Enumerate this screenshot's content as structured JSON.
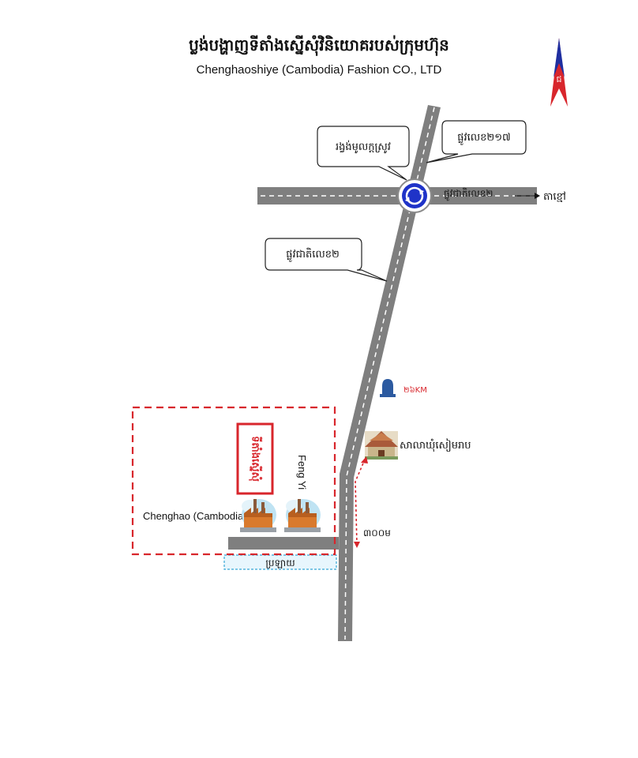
{
  "header": {
    "title_khmer": "ប្លង់បង្ហាញទីតាំងស្នើសុំវិនិយោគរបស់ក្រុមហ៊ុន",
    "title_english": "Chenghaoshiye (Cambodia) Fashion CO., LTD"
  },
  "compass": {
    "icon": "north-arrow-icon",
    "color": "#d8262c"
  },
  "labels": {
    "roundabout_callout": "រង្វង់មូលក្ដស្រូវ",
    "road_217_callout": "ផ្លូវលេខ២១៧",
    "road_national_2_callout": "ផ្លូវជាតិលេខ២",
    "road_national_2_on_road": "ផ្លូវជាតិលេខ២",
    "direction_takhmao": "តាខ្មៅ",
    "distance_marker": "២៦KM",
    "village_hall": "សាលាឃុំសៀមរាប",
    "distance_300m": "៣០០ម",
    "project_site": "ទីតាំងស្នើសុំ",
    "factory_feng_yi": "Feng Yi",
    "factory_chenghao": "Chenghao (Cambodia)",
    "canal": "ប្រឡាយ"
  },
  "colors": {
    "road": "#7f7f7f",
    "road_center_line": "#ffffff",
    "site_boundary": "#d8262c",
    "canal_border": "#36a6d6",
    "roundabout": "#1f33c8",
    "milestone": "#2c5aa0"
  }
}
